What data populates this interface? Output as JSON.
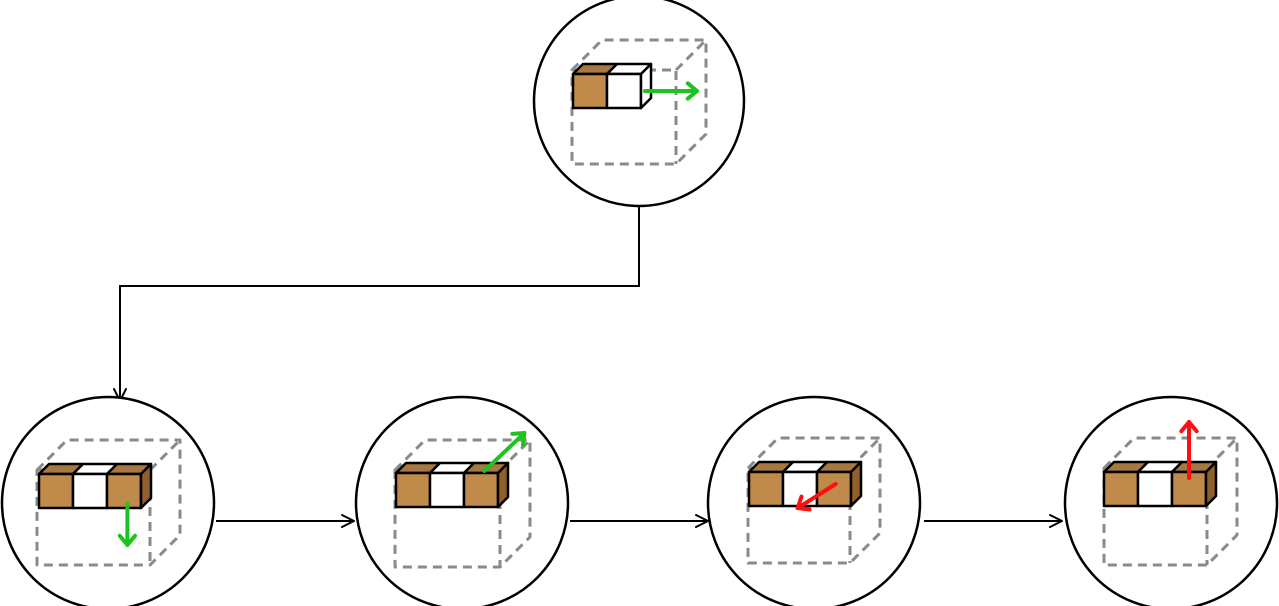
{
  "diagram": {
    "colors": {
      "brown_front": "#c08a4a",
      "brown_top": "#a87843",
      "brown_side": "#8f5f2c",
      "white_front": "#ffffff",
      "white_top": "#ffffff",
      "ghost_outline": "#8a8a8a",
      "green": "#1fc21f",
      "red": "#ff0f0f",
      "outline": "#000000"
    },
    "nodes": [
      {
        "id": "start",
        "cubes": [
          "brown",
          "white"
        ],
        "move": {
          "color": "green",
          "direction": "right"
        }
      },
      {
        "id": "step-1",
        "cubes": [
          "brown",
          "white",
          "brown"
        ],
        "move": {
          "color": "green",
          "direction": "down"
        }
      },
      {
        "id": "step-2",
        "cubes": [
          "brown",
          "white",
          "brown"
        ],
        "move": {
          "color": "green",
          "direction": "back"
        }
      },
      {
        "id": "step-3",
        "cubes": [
          "brown",
          "white",
          "brown"
        ],
        "move": {
          "color": "red",
          "direction": "front"
        }
      },
      {
        "id": "step-4",
        "cubes": [
          "brown",
          "white",
          "brown"
        ],
        "move": {
          "color": "red",
          "direction": "up"
        }
      }
    ],
    "edges": [
      {
        "from": "start",
        "to": "step-1"
      },
      {
        "from": "step-1",
        "to": "step-2"
      },
      {
        "from": "step-2",
        "to": "step-3"
      },
      {
        "from": "step-3",
        "to": "step-4"
      }
    ]
  }
}
